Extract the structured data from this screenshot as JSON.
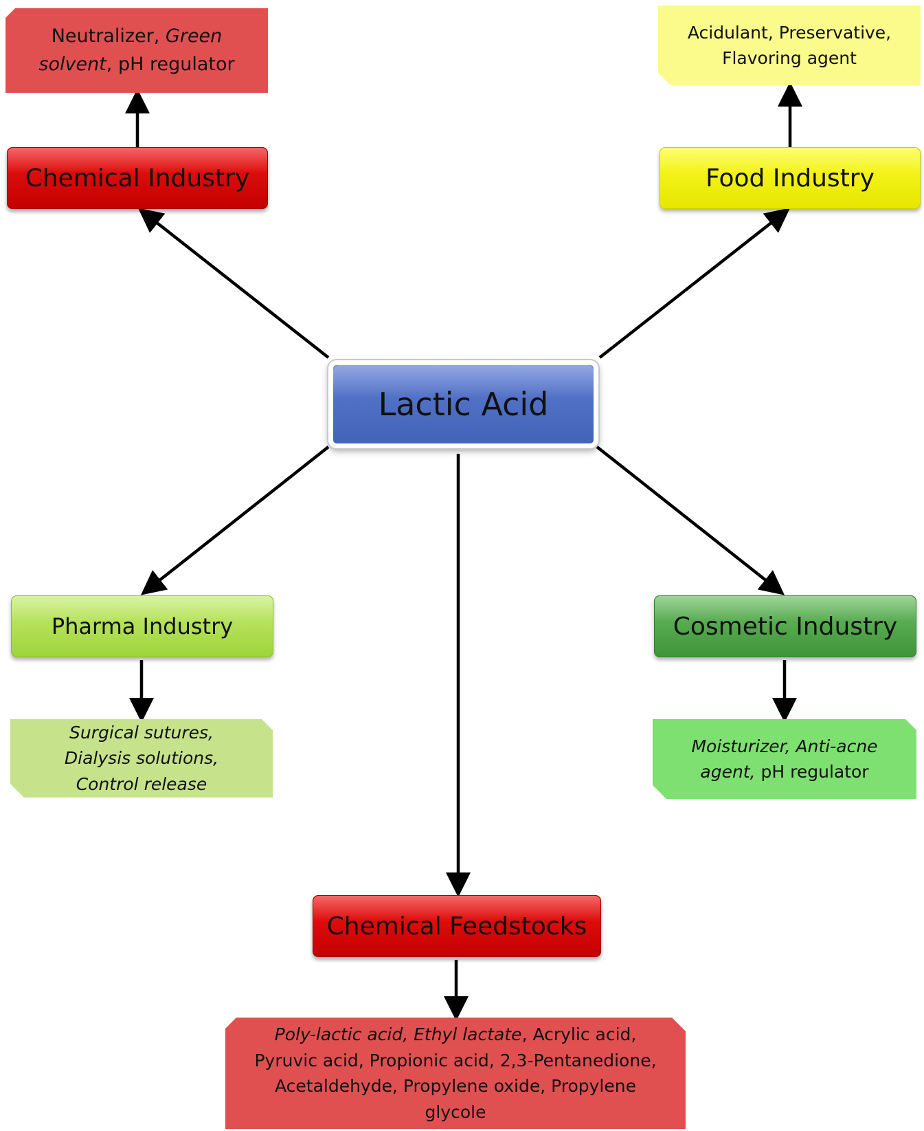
{
  "center": {
    "label": "Lactic Acid"
  },
  "branches": {
    "chemical_industry": {
      "label": "Chemical Industry",
      "uses": [
        {
          "text": "Neutralizer, ",
          "italic": false
        },
        {
          "text": "Green solvent",
          "italic": true
        },
        {
          "text": ", pH regulator",
          "italic": false
        }
      ]
    },
    "food_industry": {
      "label": "Food Industry",
      "uses": [
        {
          "text": "Acidulant, Preservative, Flavoring agent",
          "italic": false
        }
      ]
    },
    "pharma_industry": {
      "label": "Pharma Industry",
      "uses": [
        {
          "text": "Surgical sutures, Dialysis solutions, Control release",
          "italic": true
        }
      ]
    },
    "cosmetic_industry": {
      "label": "Cosmetic Industry",
      "uses": [
        {
          "text": "Moisturizer, Anti-acne agent,",
          "italic": true
        },
        {
          "text": " pH regulator",
          "italic": false
        }
      ]
    },
    "chemical_feedstocks": {
      "label": "Chemical Feedstocks",
      "uses": [
        {
          "text": "Poly-lactic acid, Ethyl lactate",
          "italic": true
        },
        {
          "text": ", Acrylic acid, Pyruvic acid, Propionic acid, 2,3-Pentanedione, Acetaldehyde, Propylene oxide, Propylene glycole",
          "italic": false
        }
      ]
    }
  },
  "colors": {
    "center_fill": "#4f6fc4",
    "red_node": "#e00b0b",
    "red_leaf": "#e05050",
    "yellow_node": "#f5f515",
    "yellow_leaf": "#fbfb8c",
    "light_green_node": "#b2e056",
    "light_green_leaf": "#c6e38c",
    "dark_green_node": "#55a84f",
    "dark_green_leaf": "#7ee070",
    "arrow": "#000000"
  }
}
